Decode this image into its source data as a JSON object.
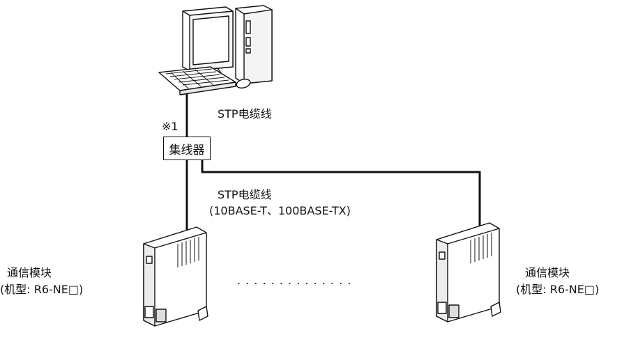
{
  "labels": {
    "cable_top": "STP电缆线",
    "note_mark": "※1",
    "hub": "集线器",
    "cable_mid_line1": "STP电缆线",
    "cable_mid_line2": "(10BASE-T、100BASE-TX)",
    "ellipsis": ". . . . . . . . . . . . . .",
    "module_left_line1": "通信模块",
    "module_left_line2": "(机型: R6-NE□)",
    "module_right_line1": "通信模块",
    "module_right_line2": "(机型: R6-NE□)"
  },
  "icons": {
    "pc": "desktop-computer-icon",
    "module": "communication-module-icon"
  },
  "colors": {
    "line": "#111111",
    "fill": "#ffffff"
  }
}
